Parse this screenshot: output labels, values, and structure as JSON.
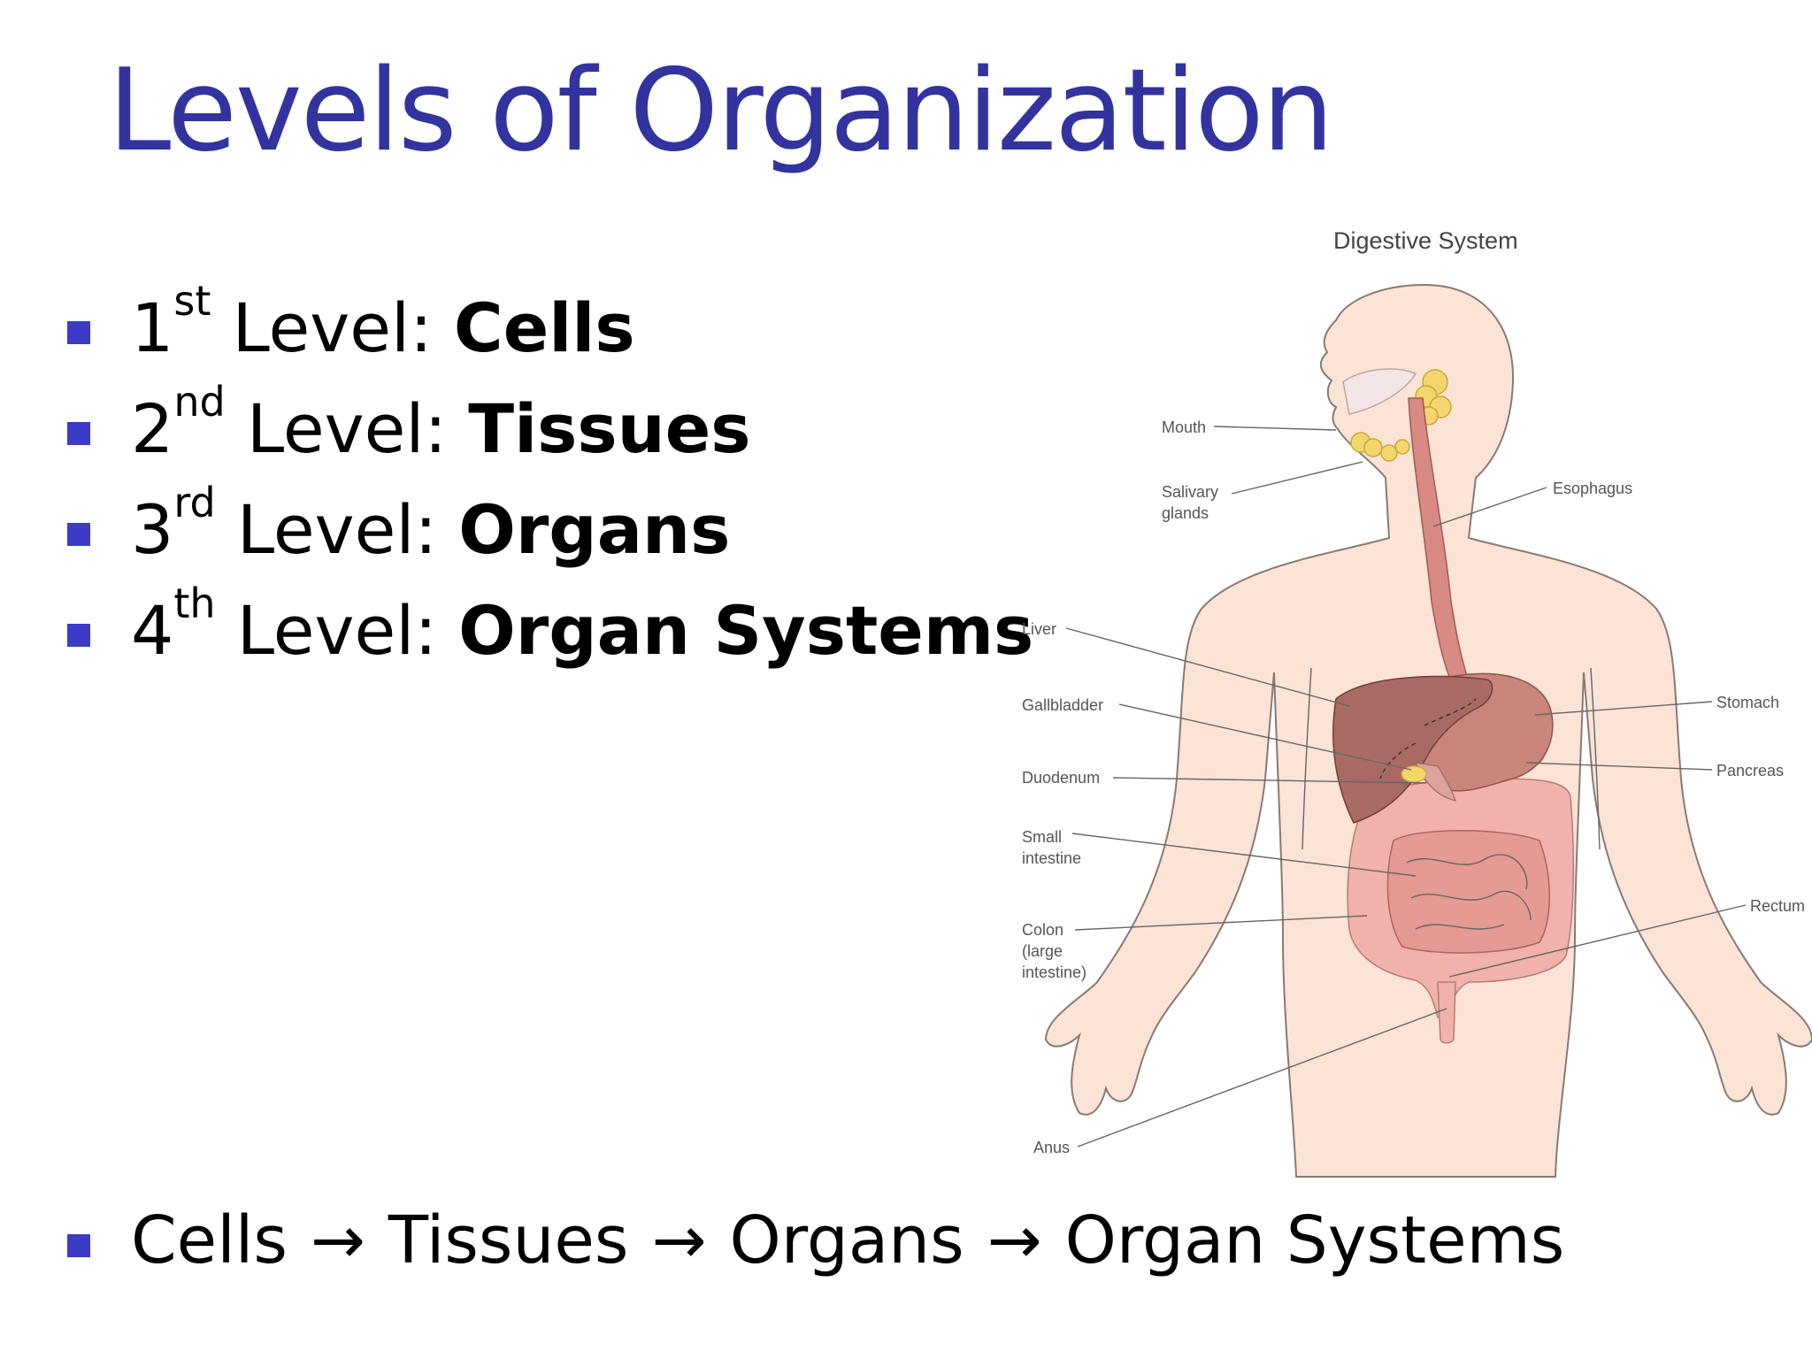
{
  "slide": {
    "title": "Levels of Organization",
    "levels": [
      {
        "num": "1",
        "suffix": "st",
        "label": " Level: ",
        "term": "Cells"
      },
      {
        "num": "2",
        "suffix": "nd",
        "label": " Level: ",
        "term": "Tissues"
      },
      {
        "num": "3",
        "suffix": "rd",
        "label": " Level: ",
        "term": "Organs"
      },
      {
        "num": "4",
        "suffix": "th",
        "label": " Level: ",
        "term": "Organ Systems"
      }
    ],
    "flow": {
      "steps": [
        "Cells",
        "Tissues",
        "Organs",
        "Organ Systems"
      ],
      "arrow": "→"
    }
  },
  "diagram": {
    "title": "Digestive System",
    "labels": {
      "mouth": "Mouth",
      "salivary_1": "Salivary",
      "salivary_2": "glands",
      "esophagus": "Esophagus",
      "liver": "Liver",
      "gallbladder": "Gallbladder",
      "duodenum": "Duodenum",
      "small_1": "Small",
      "small_2": "intestine",
      "colon_1": "Colon",
      "colon_2": "(large",
      "colon_3": "intestine)",
      "anus": "Anus",
      "stomach": "Stomach",
      "pancreas": "Pancreas",
      "rectum": "Rectum"
    }
  },
  "colors": {
    "title": "#3333a0",
    "bullet": "#3b3bc7",
    "skin": "#fbe3d6",
    "skin_outline": "#8a7a74",
    "liver": "#a96a63",
    "stomach": "#c9847c",
    "intestine": "#e59a93",
    "colon": "#f0b2aa",
    "salivary": "#f3d66c",
    "pancreas": "#f6d8a8"
  }
}
